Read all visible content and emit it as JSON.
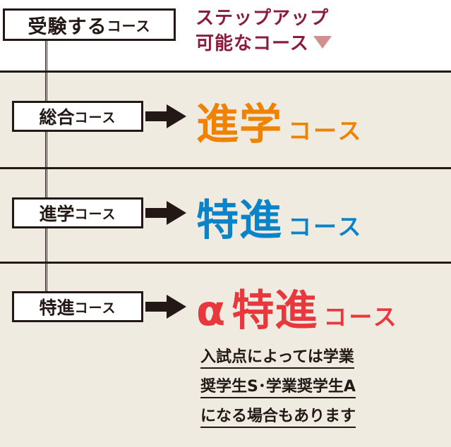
{
  "header": {
    "exam_course_main": "受験する",
    "exam_course_suffix": "コース",
    "step_up_line1": "ステップアップ",
    "step_up_line2": "可能なコース"
  },
  "rows": [
    {
      "from_main": "総合",
      "from_suffix": "コース",
      "to_prefix": "",
      "to_main": "進学",
      "to_suffix": "コース",
      "color": "#ef8200"
    },
    {
      "from_main": "進学",
      "from_suffix": "コース",
      "to_prefix": "",
      "to_main": "特進",
      "to_suffix": "コース",
      "color": "#0a83c8"
    },
    {
      "from_main": "特進",
      "from_suffix": "コース",
      "to_prefix": "α",
      "to_main": "特進",
      "to_suffix": "コース",
      "color": "#e8383d"
    }
  ],
  "note": {
    "line1": "入試点によっては学業",
    "line2": "奨学生S･学業奨学生A",
    "line3": "になる場合もあります"
  },
  "colors": {
    "step_up_text": "#8b1c3d",
    "triangle": "#d28f8f",
    "panel_bg": "#efebe1",
    "ink": "#231815"
  }
}
